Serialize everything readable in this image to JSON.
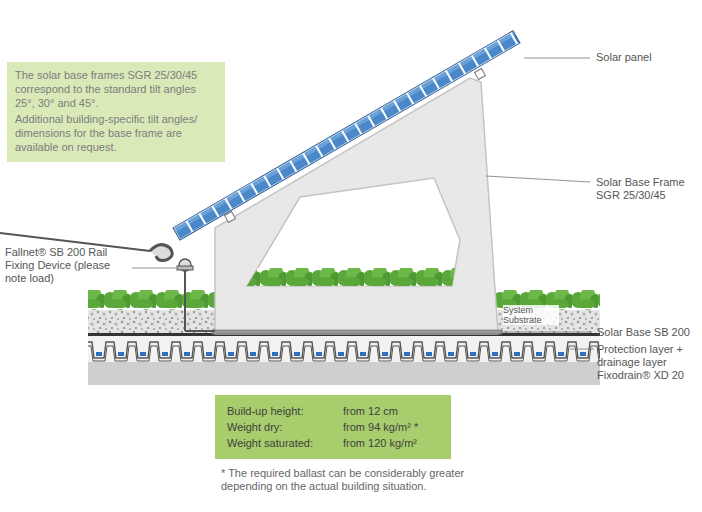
{
  "diagram": {
    "nodes": [
      {
        "text": [
          "The solar base frames SGR 25/30/45 correspond to the standard tilt angles 25°, 30° and 45°.",
          "Additional building-specific tilt angles/ dimensions for the base frame are available on request."
        ]
      },
      {
        "text": [
          "Build-up height:",
          "from 12 cm",
          "Weight dry:",
          "from 94 kg/m² *",
          "Weight saturated:",
          "from 120 kg/m²"
        ]
      }
    ],
    "labels": [
      "Solar panel",
      "Fallnet® SB 200 Rail Fixing Device (please note load)",
      "Solar Base Frame SGR 25/30/45",
      "System Substrate",
      "Solar Base SB 200",
      "Protection layer + drainage layer Fixodrain® XD 20",
      "* The required ballast can be considerably greater depending on the actual building situation."
    ]
  }
}
